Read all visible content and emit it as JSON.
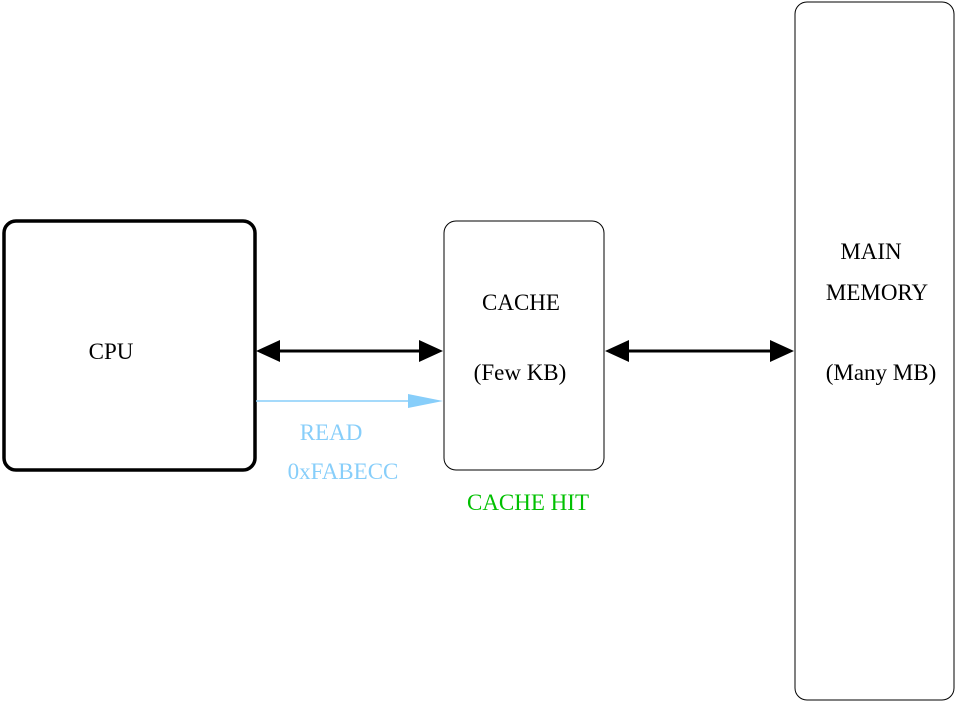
{
  "diagram": {
    "cpu": {
      "label": "CPU"
    },
    "cache": {
      "title": "CACHE",
      "size": "(Few KB)"
    },
    "main_memory": {
      "line1": "MAIN",
      "line2": "MEMORY",
      "size": "(Many MB)"
    },
    "request": {
      "op": "READ",
      "address": "0xFABECC"
    },
    "status": {
      "text": "CACHE HIT"
    }
  },
  "colors": {
    "outline": "#000000",
    "request": "#87cefa",
    "hit": "#00c000"
  }
}
